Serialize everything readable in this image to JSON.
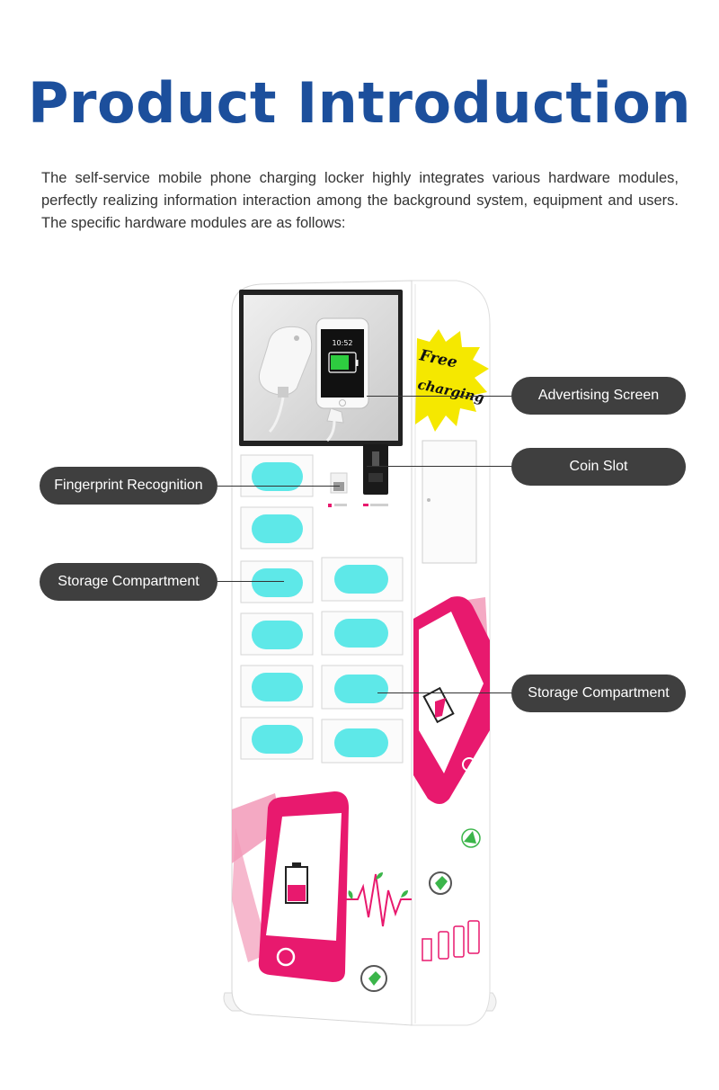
{
  "title": "Product Introduction",
  "intro": "The self-service mobile phone charging locker highly integrates various hardware modules, perfectly realizing information interaction among the background system, equipment and users. The specific hardware modules are as follows:",
  "screen": {
    "phone_time": "10:52",
    "sticker_line1": "Free",
    "sticker_line2": "charging"
  },
  "labels": {
    "advertising_screen": "Advertising Screen",
    "coin_slot": "Coin Slot",
    "fingerprint_recognition": "Fingerprint Recognition",
    "storage_left": "Storage Compartment",
    "storage_right": "Storage Compartment"
  },
  "colors": {
    "title": "#1c4f9c",
    "label_bg": "#3f3f3f",
    "compartment_light": "#5ee8e8",
    "accent_pink": "#e8196e",
    "light_pink": "#f29ab8",
    "sticker_yellow": "#f5e800"
  }
}
